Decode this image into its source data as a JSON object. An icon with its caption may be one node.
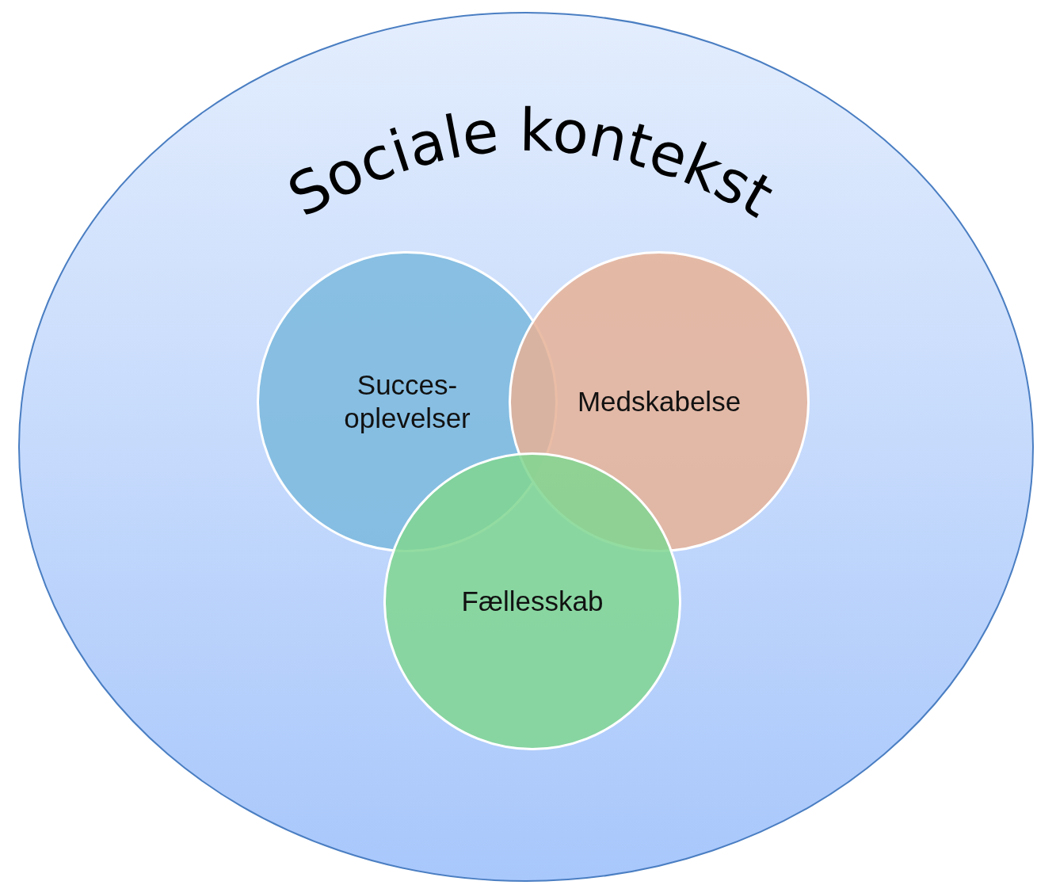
{
  "diagram": {
    "nodes": [
      {
        "text": [
          "Sociale kontekst"
        ]
      },
      {
        "text": [
          "Succes- oplevelser"
        ],
        "in": 0
      },
      {
        "text": [
          "Medskabelse"
        ],
        "in": 0
      },
      {
        "text": [
          "Fællesskab"
        ],
        "in": 0
      }
    ]
  }
}
